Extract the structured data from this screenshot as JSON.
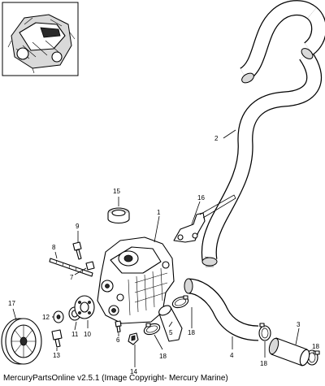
{
  "diagram": {
    "callouts": [
      {
        "id": "c1",
        "label": "1"
      },
      {
        "id": "c2",
        "label": "2"
      },
      {
        "id": "c3",
        "label": "3"
      },
      {
        "id": "c4",
        "label": "4"
      },
      {
        "id": "c5",
        "label": "5"
      },
      {
        "id": "c6",
        "label": "6"
      },
      {
        "id": "c7",
        "label": "7"
      },
      {
        "id": "c8",
        "label": "8"
      },
      {
        "id": "c9",
        "label": "9"
      },
      {
        "id": "c10",
        "label": "10"
      },
      {
        "id": "c11",
        "label": "11"
      },
      {
        "id": "c12",
        "label": "12"
      },
      {
        "id": "c13",
        "label": "13"
      },
      {
        "id": "c14",
        "label": "14"
      },
      {
        "id": "c15",
        "label": "15"
      },
      {
        "id": "c16",
        "label": "16"
      },
      {
        "id": "c17",
        "label": "17"
      },
      {
        "id": "c18a",
        "label": "18"
      },
      {
        "id": "c18b",
        "label": "18"
      },
      {
        "id": "c18c",
        "label": "18"
      },
      {
        "id": "c18d",
        "label": "18"
      }
    ]
  },
  "footer": {
    "text": "MercuryPartsOnline v2.5.1 (Image Copyright- Mercury Marine)"
  }
}
